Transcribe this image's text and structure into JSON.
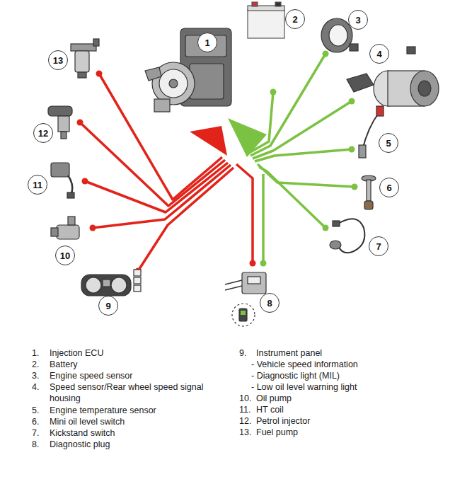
{
  "diagram": {
    "nodes": [
      {
        "text": [
          "1"
        ]
      },
      {
        "text": [
          "2"
        ]
      },
      {
        "text": [
          "3"
        ]
      },
      {
        "text": [
          "4"
        ]
      },
      {
        "text": [
          "5"
        ]
      },
      {
        "text": [
          "6"
        ]
      },
      {
        "text": [
          "7"
        ]
      },
      {
        "text": [
          "8"
        ]
      },
      {
        "text": [
          "9"
        ]
      },
      {
        "text": [
          "10"
        ]
      },
      {
        "text": [
          "11"
        ]
      },
      {
        "text": [
          "12"
        ]
      },
      {
        "text": [
          "13"
        ]
      }
    ],
    "labels": [
      "1.",
      "Injection ECU",
      "2.",
      "Battery",
      "3.",
      "Engine speed sensor",
      "4.",
      "Speed sensor/Rear wheel speed signal housing",
      "5.",
      "Engine temperature sensor",
      "6.",
      "Mini oil level switch",
      "7.",
      "Kickstand switch",
      "8.",
      "Diagnostic plug",
      "9.",
      "Instrument panel",
      "- Vehicle speed information",
      "- Diagnostic light (MIL)",
      "- Low oil level warning light",
      "10.",
      "Oil pump",
      "11.",
      "HT coil",
      "12.",
      "Petrol injector",
      "13.",
      "Fuel pump"
    ]
  }
}
